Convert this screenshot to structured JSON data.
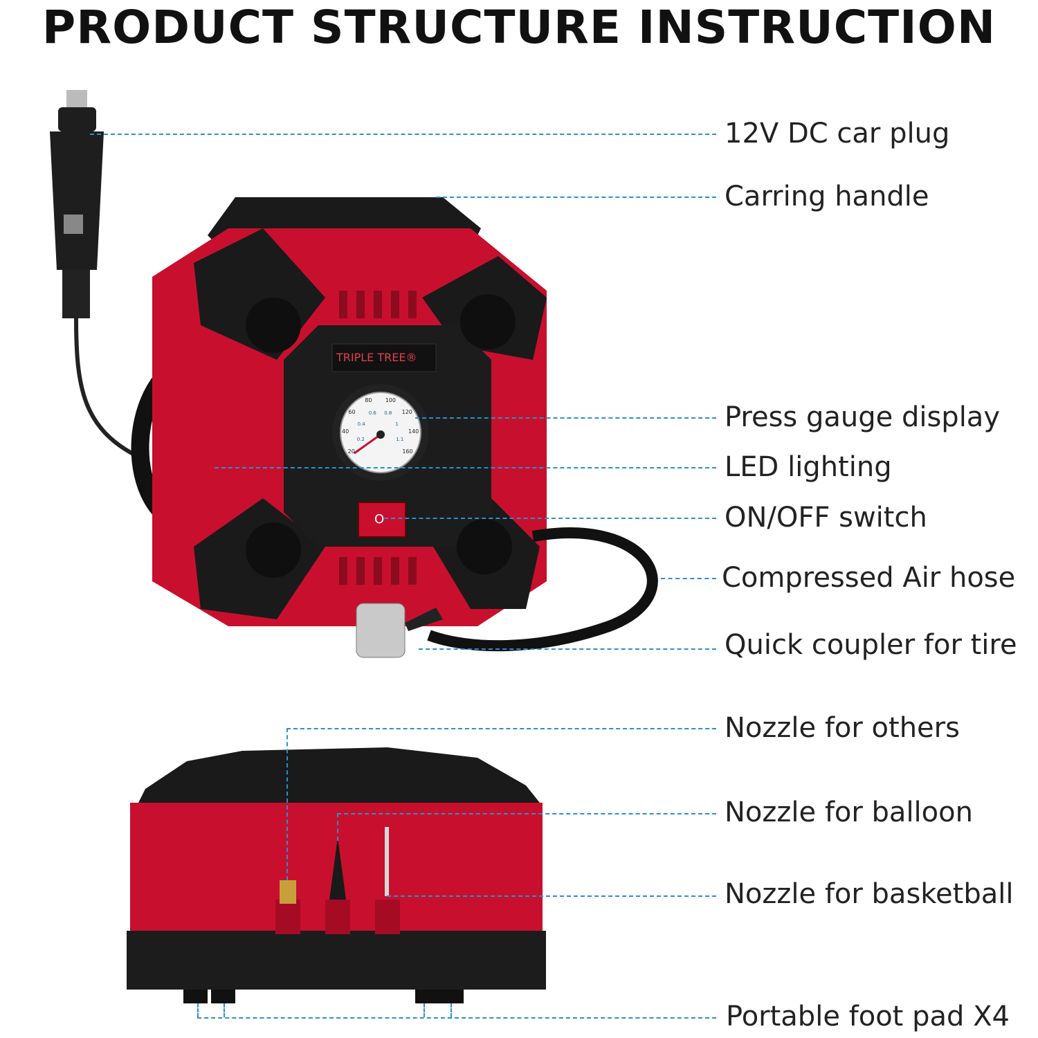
{
  "title": "PRODUCT STRUCTURE INSTRUCTION",
  "brand": "TRIPLE TREE®",
  "switch_mark": "O",
  "gauge_ticks": [
    "20",
    "40",
    "60",
    "80",
    "100",
    "120",
    "140",
    "160"
  ],
  "gauge_inner_ticks": [
    "0.2",
    "0.4",
    "0.6",
    "0.8",
    "1",
    "1.1"
  ],
  "labels": {
    "car_plug": "12V DC car plug",
    "handle": "Carring handle",
    "gauge": "Press gauge display",
    "led": "LED lighting",
    "switch": "ON/OFF switch",
    "hose": "Compressed Air hose",
    "coupler": "Quick coupler for tire",
    "nozzle_others": "Nozzle for others",
    "nozzle_balloon": "Nozzle for balloon",
    "nozzle_basketball": "Nozzle for basketball",
    "foot_pad": "Portable foot pad X4"
  },
  "colors": {
    "body_red": "#c8102e",
    "dark": "#1a1a1a",
    "leader": "#2a8fd0"
  }
}
